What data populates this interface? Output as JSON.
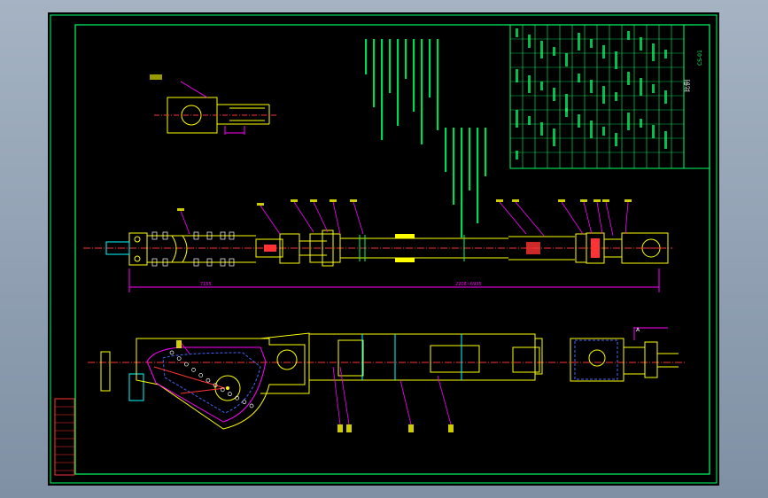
{
  "drawing": {
    "scale_label": "比例",
    "doc_number": "CS-01",
    "dim_total": "7155",
    "dim_range": "2208~6935",
    "section_label": "A",
    "colors": {
      "background": "#000000",
      "border": "#00ff66",
      "part": "#ffff00",
      "dimension": "#ff00ff",
      "centerline": "#ff3333",
      "table": "#00ff66",
      "hidden": "#4466ff",
      "cyan": "#00ffff",
      "white": "#ffffff"
    }
  }
}
